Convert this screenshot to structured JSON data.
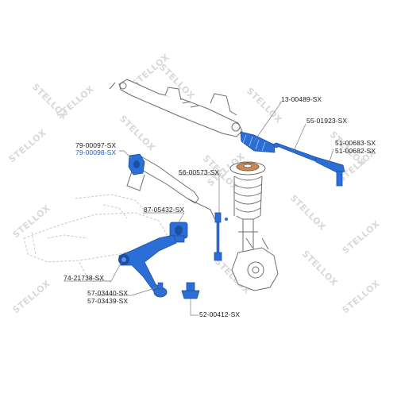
{
  "watermark": "STELLOX",
  "colors": {
    "highlight_part": "#2b6fd6",
    "line": "#7c7c7c",
    "label_text": "#1a1a1a",
    "highlight_text": "#1c5fd4",
    "spring_top": "#c98a5a"
  },
  "labels": {
    "steering_rack_boot": "13-00489-SX",
    "inner_tie_rod": "55-01923-SX",
    "tie_rod_end_1": "51-00683-SX",
    "tie_rod_end_2": "51-00682-SX",
    "stab_bush_1": "79-00097-SX",
    "stab_bush_2": "79-00098-SX",
    "stab_link": "56-00573-SX",
    "arm_bush": "87-05432-SX",
    "control_arm": "74-21738-SX",
    "ball_joint_1": "57-03440-SX",
    "ball_joint_2": "57-03439-SX",
    "lower_ball_joint": "52-00412-SX"
  }
}
